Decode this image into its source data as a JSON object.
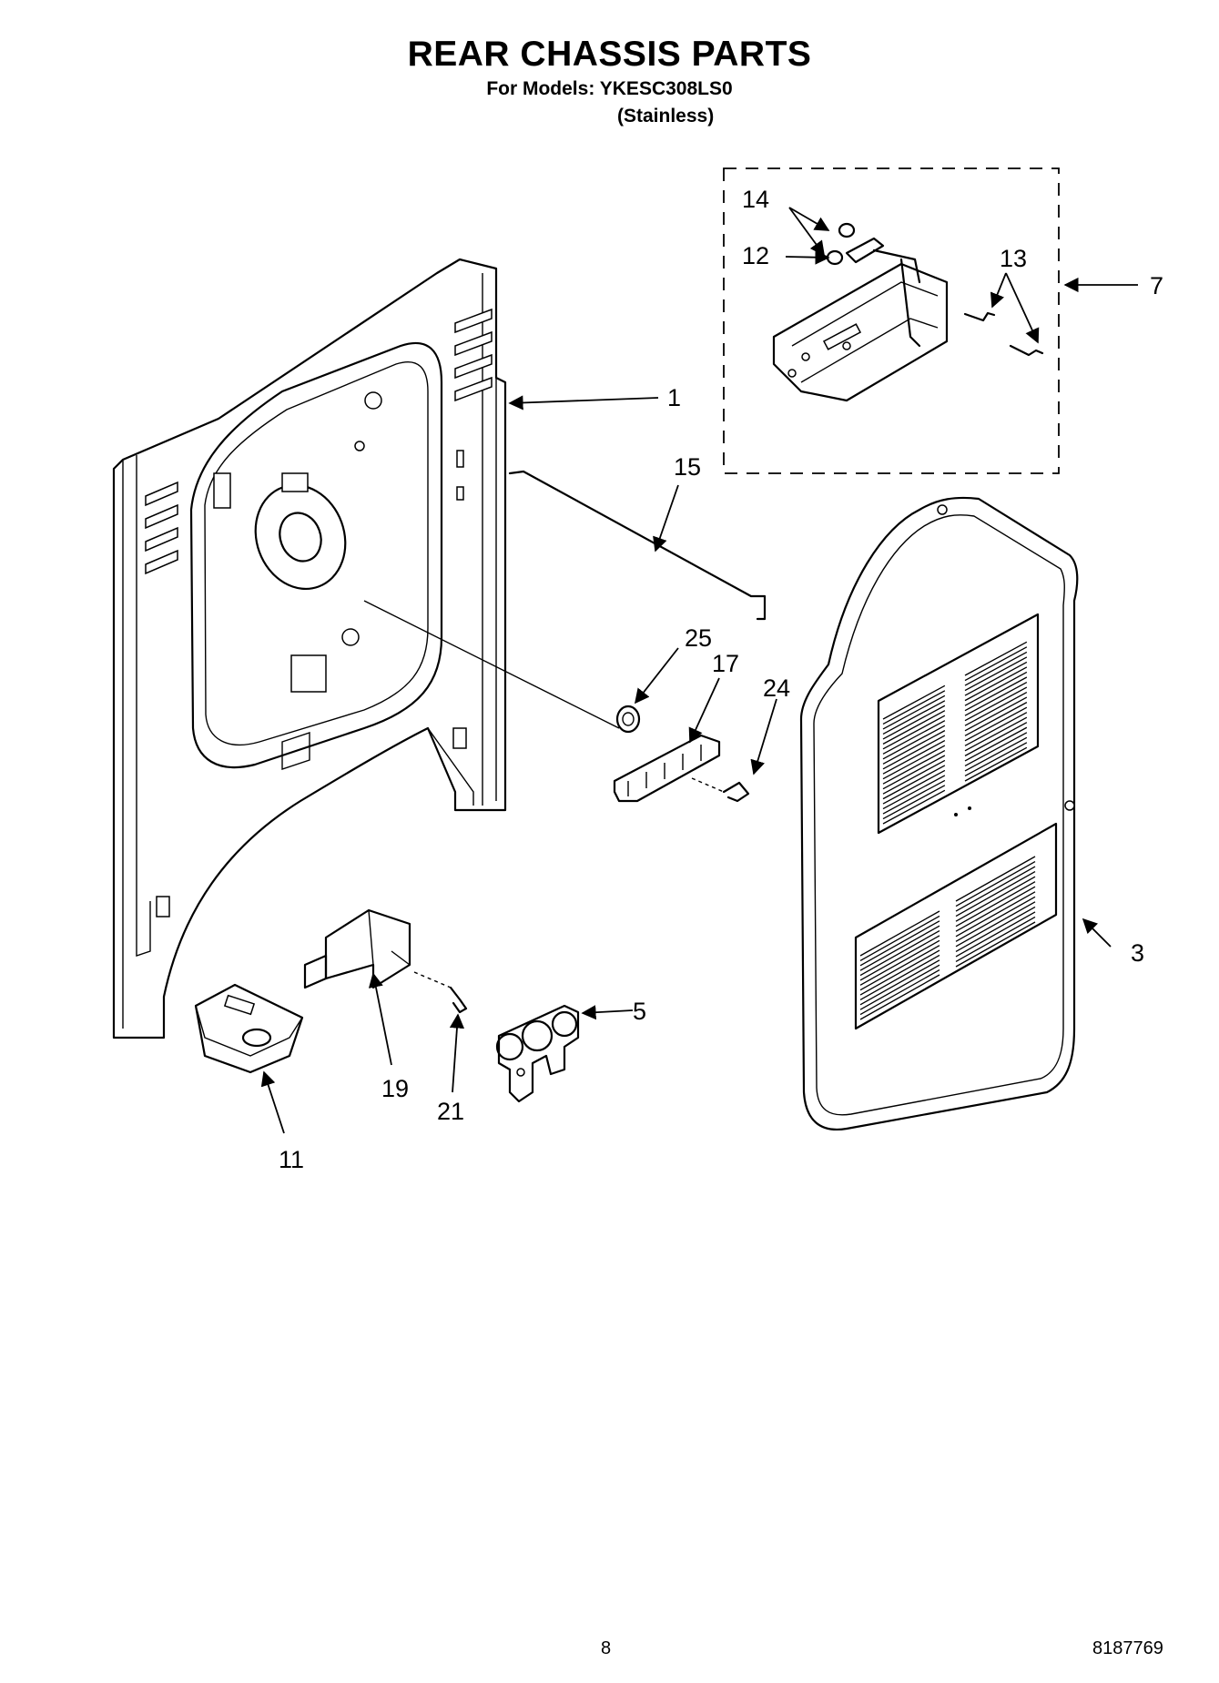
{
  "header": {
    "title": "REAR CHASSIS PARTS",
    "models_line": "For Models: YKESC308LS0",
    "finish": "(Stainless)"
  },
  "callouts": [
    {
      "id": "p1",
      "label": "1"
    },
    {
      "id": "p3",
      "label": "3"
    },
    {
      "id": "p5",
      "label": "5"
    },
    {
      "id": "p7",
      "label": "7"
    },
    {
      "id": "p11",
      "label": "11"
    },
    {
      "id": "p12",
      "label": "12"
    },
    {
      "id": "p13",
      "label": "13"
    },
    {
      "id": "p14",
      "label": "14"
    },
    {
      "id": "p15",
      "label": "15"
    },
    {
      "id": "p17",
      "label": "17"
    },
    {
      "id": "p19",
      "label": "19"
    },
    {
      "id": "p21",
      "label": "21"
    },
    {
      "id": "p24",
      "label": "24"
    },
    {
      "id": "p25",
      "label": "25"
    }
  ],
  "footer": {
    "page_number": "8",
    "document_number": "8187769"
  }
}
